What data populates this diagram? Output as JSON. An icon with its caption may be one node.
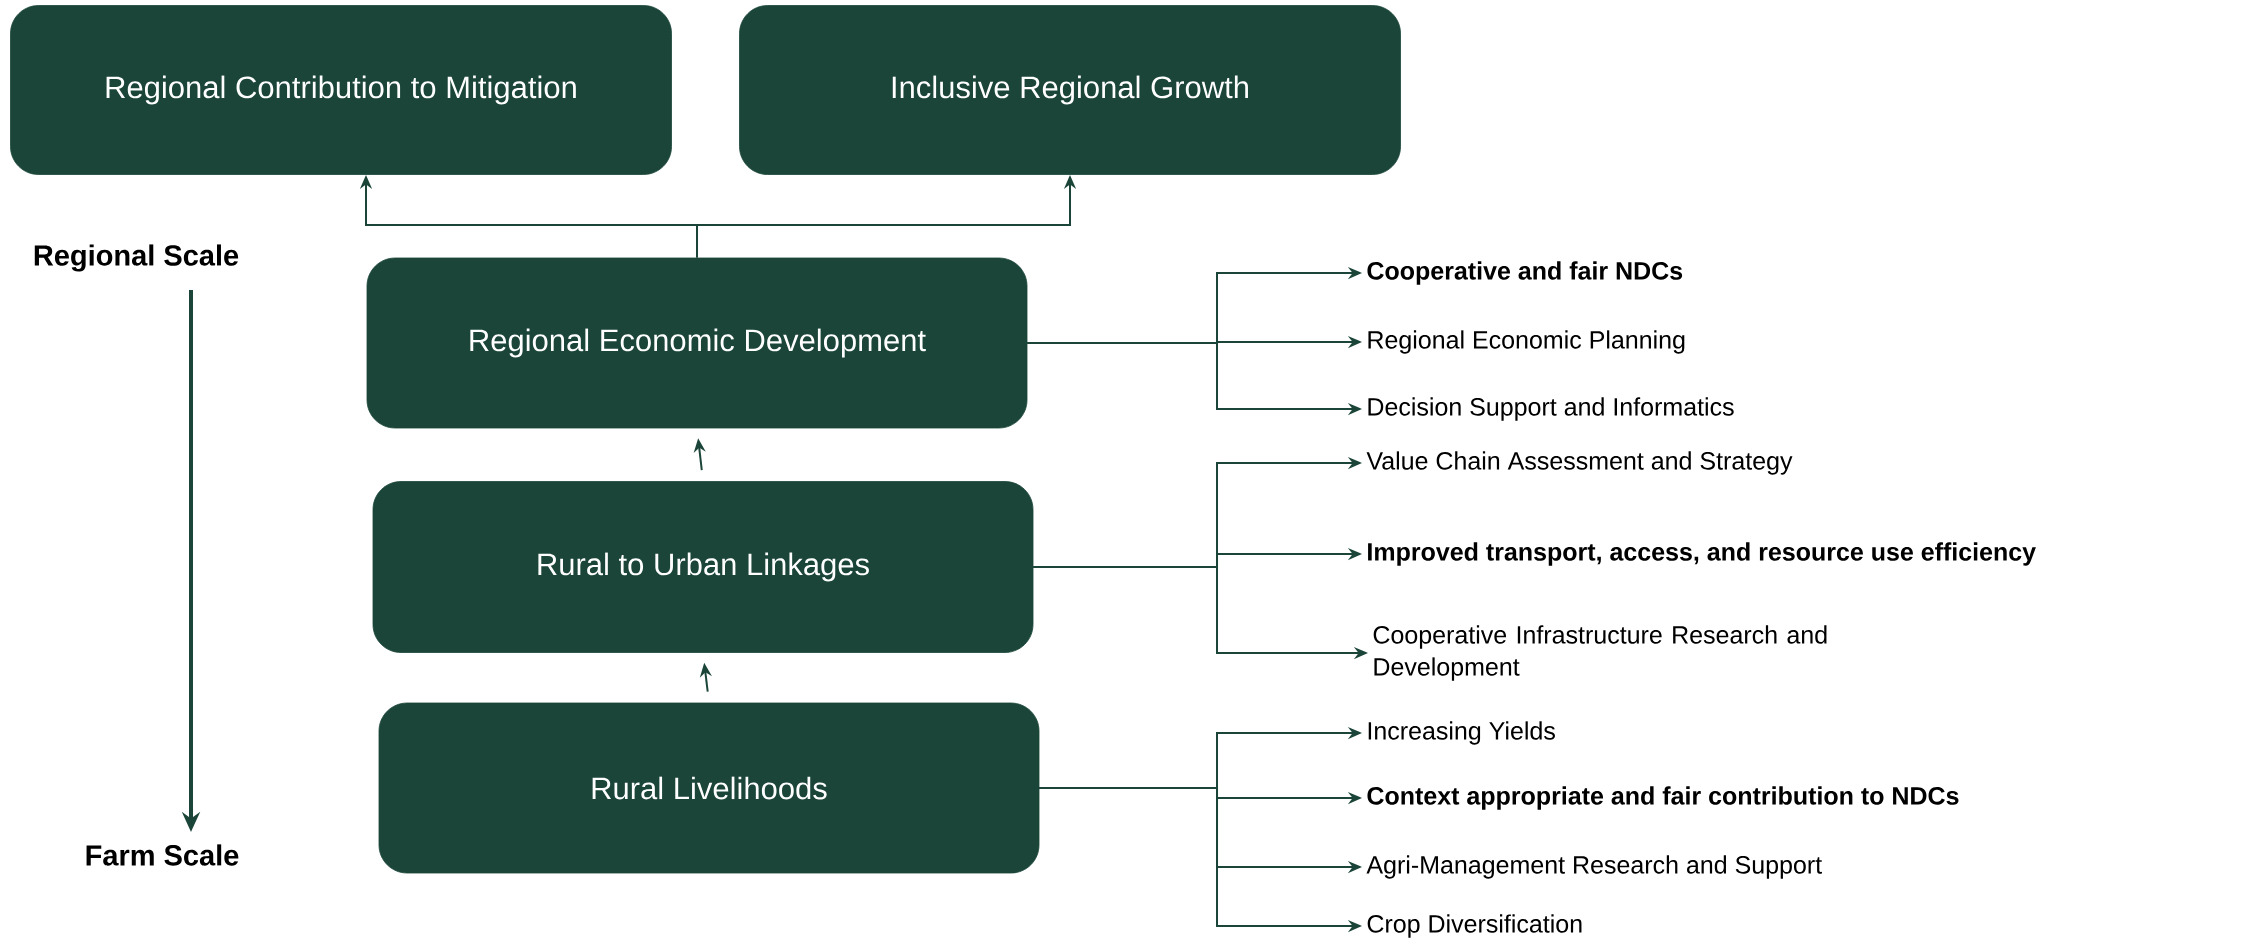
{
  "diagram": {
    "nodes": [
      {
        "text": [
          "Regional Contribution to Mitigation"
        ]
      },
      {
        "text": [
          "Inclusive Regional Growth"
        ]
      },
      {
        "text": [
          "Regional Economic Development"
        ]
      },
      {
        "text": [
          "Rural to Urban Linkages"
        ]
      },
      {
        "text": [
          "Rural Livelihoods"
        ]
      },
      {
        "text": [
          "Cooperative and fair NDCs"
        ]
      },
      {
        "text": [
          "Regional Economic Planning"
        ]
      },
      {
        "text": [
          "Decision Support and Informatics"
        ]
      },
      {
        "text": [
          "Value Chain Assessment and Strategy"
        ]
      },
      {
        "text": [
          "Improved transport, access, and resource use efficiency"
        ]
      },
      {
        "text": [
          "Cooperative Infrastructure Research and Development"
        ]
      },
      {
        "text": [
          "Increasing Yields"
        ]
      },
      {
        "text": [
          "Context appropriate and fair contribution to NDCs"
        ]
      },
      {
        "text": [
          "Agri-Management Research and Support"
        ]
      },
      {
        "text": [
          "Crop Diversification"
        ]
      }
    ],
    "edges": [
      {
        "from": 2,
        "to": 0,
        "arrow": "to"
      },
      {
        "from": 2,
        "to": 1,
        "arrow": "to"
      },
      {
        "from": 3,
        "to": 2,
        "arrow": "to"
      },
      {
        "from": 4,
        "to": 3,
        "arrow": "to"
      },
      {
        "from": 2,
        "to": 5,
        "arrow": "to"
      },
      {
        "from": 2,
        "to": 6,
        "arrow": "to"
      },
      {
        "from": 2,
        "to": 7,
        "arrow": "to"
      },
      {
        "from": 3,
        "to": 8,
        "arrow": "to"
      },
      {
        "from": 3,
        "to": 9,
        "arrow": "to"
      },
      {
        "from": 3,
        "to": 10,
        "arrow": "to"
      },
      {
        "from": 4,
        "to": 11,
        "arrow": "to"
      },
      {
        "from": 4,
        "to": 12,
        "arrow": "to"
      },
      {
        "from": 4,
        "to": 13,
        "arrow": "to"
      },
      {
        "from": 4,
        "to": 14,
        "arrow": "to"
      }
    ],
    "labels": [
      "Regional Scale",
      "Farm Scale"
    ]
  }
}
